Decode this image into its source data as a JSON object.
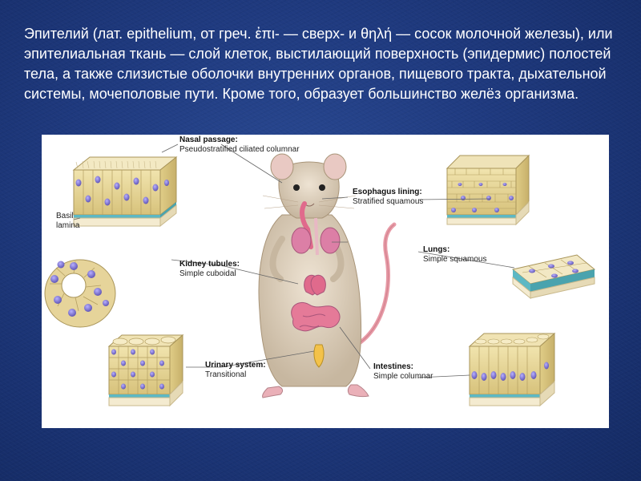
{
  "intro_text": "Эпителий (лат. epithelium, от греч. ἐπι- — сверх- и θηλή — сосок молочной железы), или эпителиальная ткань — слой клеток, выстилающий поверхность (эпидермис) полостей тела, а также слизистые оболочки внутренних органов, пищевого тракта, дыхательной системы, мочеполовые пути. Кроме того, образует большинство желёз организма.",
  "labels": {
    "nasal_title": "Nasal passage:",
    "nasal_type": "Pseudostratified ciliated columnar",
    "basil_1": "Basil",
    "basil_2": "lamina",
    "kidney_title": "Kidney tubules:",
    "kidney_type": "Simple cuboidal",
    "urinary_title": "Urinary system:",
    "urinary_type": "Transitional",
    "esophagus_title": "Esophagus lining:",
    "esophagus_type": "Stratified squamous",
    "lungs_title": "Lungs:",
    "lungs_type": "Simple squamous",
    "intestines_title": "Intestines:",
    "intestines_type": "Simple columnar"
  },
  "colors": {
    "background": "#1f3a7f",
    "cell_fill": "#e8d79a",
    "nucleus": "#7b6fc8",
    "basal_lamina": "#5cb8c4",
    "rat_fur": "#d8cbb8",
    "rat_tail": "#e79aa6",
    "organ_pink": "#e06a8c"
  }
}
